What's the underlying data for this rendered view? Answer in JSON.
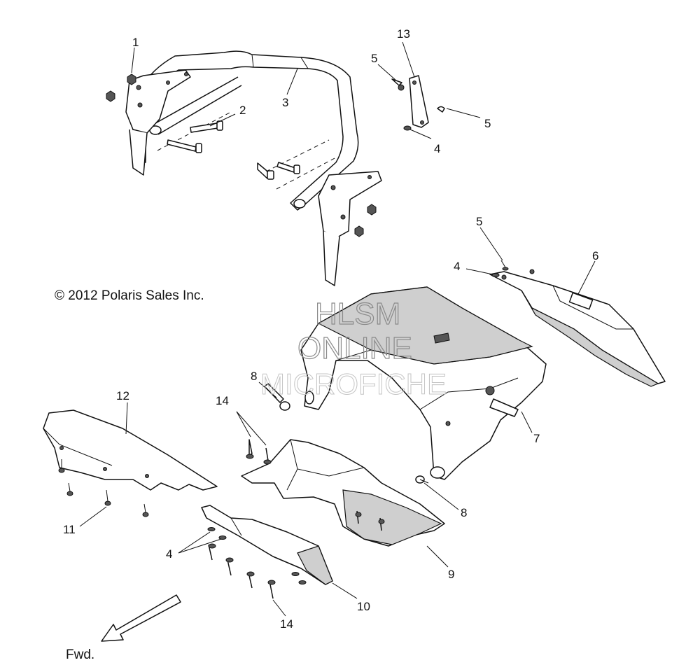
{
  "copyright": "© 2012 Polaris Sales Inc.",
  "watermark": {
    "line1": "HLSM",
    "line2": "ONLINE",
    "line3": "MICROFICHE"
  },
  "direction_label": "Fwd.",
  "callouts": {
    "c1": "1",
    "c2": "2",
    "c3": "3",
    "c4a": "4",
    "c4b": "4",
    "c4c": "4",
    "c5a": "5",
    "c5b": "5",
    "c5c": "5",
    "c6": "6",
    "c7": "7",
    "c8a": "8",
    "c8b": "8",
    "c9": "9",
    "c10": "10",
    "c11": "11",
    "c12": "12",
    "c13": "13",
    "c14a": "14",
    "c14b": "14"
  }
}
